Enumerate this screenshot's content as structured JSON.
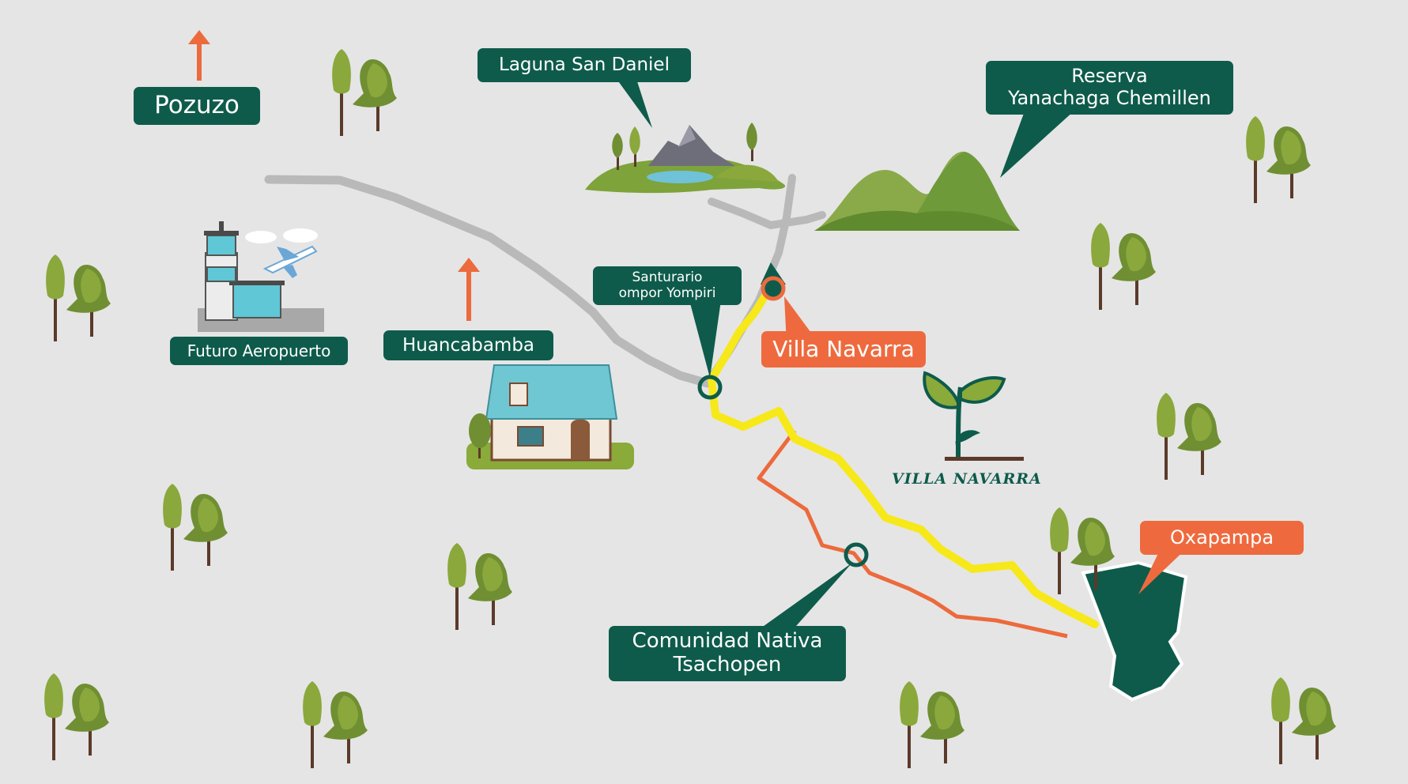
{
  "labels": {
    "pozuzo": "Pozuzo",
    "laguna": "Laguna San Daniel",
    "reserva_line1": "Reserva",
    "reserva_line2": "Yanachaga Chemillen",
    "aeropuerto": "Futuro Aeropuerto",
    "huancabamba": "Huancabamba",
    "santuario_line1": "Santurario",
    "santuario_line2": "ompor Yompiri",
    "villa_navarra": "Villa Navarra",
    "oxapampa": "Oxapampa",
    "comunidad_line1": "Comunidad Nativa",
    "comunidad_line2": "Tsachopen"
  },
  "brand": {
    "name": "VILLA NAVARRA"
  },
  "colors": {
    "background": "#e5e5e5",
    "label_green": "#0e5b4b",
    "label_orange": "#ee6a3e",
    "route_yellow": "#f7e81a",
    "route_orange": "#ec6a3c",
    "road_gray": "#b9b9b9"
  },
  "icons": [
    "north-arrow-icon",
    "control-tower-icon",
    "airplane-icon",
    "house-icon",
    "lake-mountain-icon",
    "green-hills-icon",
    "sprout-logo-icon",
    "location-pin-icon",
    "tree-icon"
  ]
}
